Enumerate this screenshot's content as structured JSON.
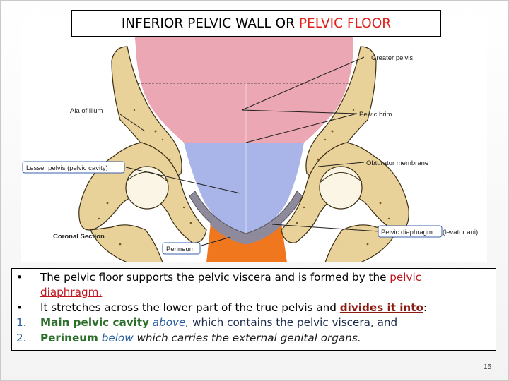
{
  "title": {
    "part1": "INFERIOR PELVIC WALL OR ",
    "part2": "PELVIC FLOOR"
  },
  "figure_labels": {
    "greater_pelvis": "Greater pelvis",
    "ala_of_ilium": "Ala of ilium",
    "pelvic_brim": "Pelvic brim",
    "obturator_membrane": "Obturator membrane",
    "lesser_pelvis": "Lesser pelvis (pelvic cavity)",
    "coronal_section": "Coronal Section",
    "pelvic_diaphragm": "Pelvic diaphragm",
    "levator_ani": "(levator ani)",
    "perineum": "Perineum"
  },
  "body": {
    "bullet1": {
      "marker": "•",
      "text1": "The pelvic floor supports the pelvic viscera and is formed by the ",
      "link1": "pelvic",
      "link2": "diaphragm."
    },
    "bullet2": {
      "marker": "•",
      "text1": "It stretches across the lower part of the true pelvis and ",
      "emph": "divides it into",
      "text2": ":"
    },
    "item1": {
      "marker": "1.",
      "bold": "Main pelvic cavity",
      "space": " ",
      "italic": "above,",
      "text": " which contains the pelvic viscera, and"
    },
    "item2": {
      "marker": "2.",
      "bold": "Perineum",
      "space": " ",
      "italic": "below",
      "text": " which carries the external genital organs."
    }
  },
  "page_number": "15",
  "colors": {
    "greater_pelvis_fill": "#eba7b3",
    "lesser_pelvis_fill": "#a9b4e8",
    "perineum_fill": "#f0771e",
    "bone": "#e9d29a",
    "title_accent": "#e0201a"
  }
}
